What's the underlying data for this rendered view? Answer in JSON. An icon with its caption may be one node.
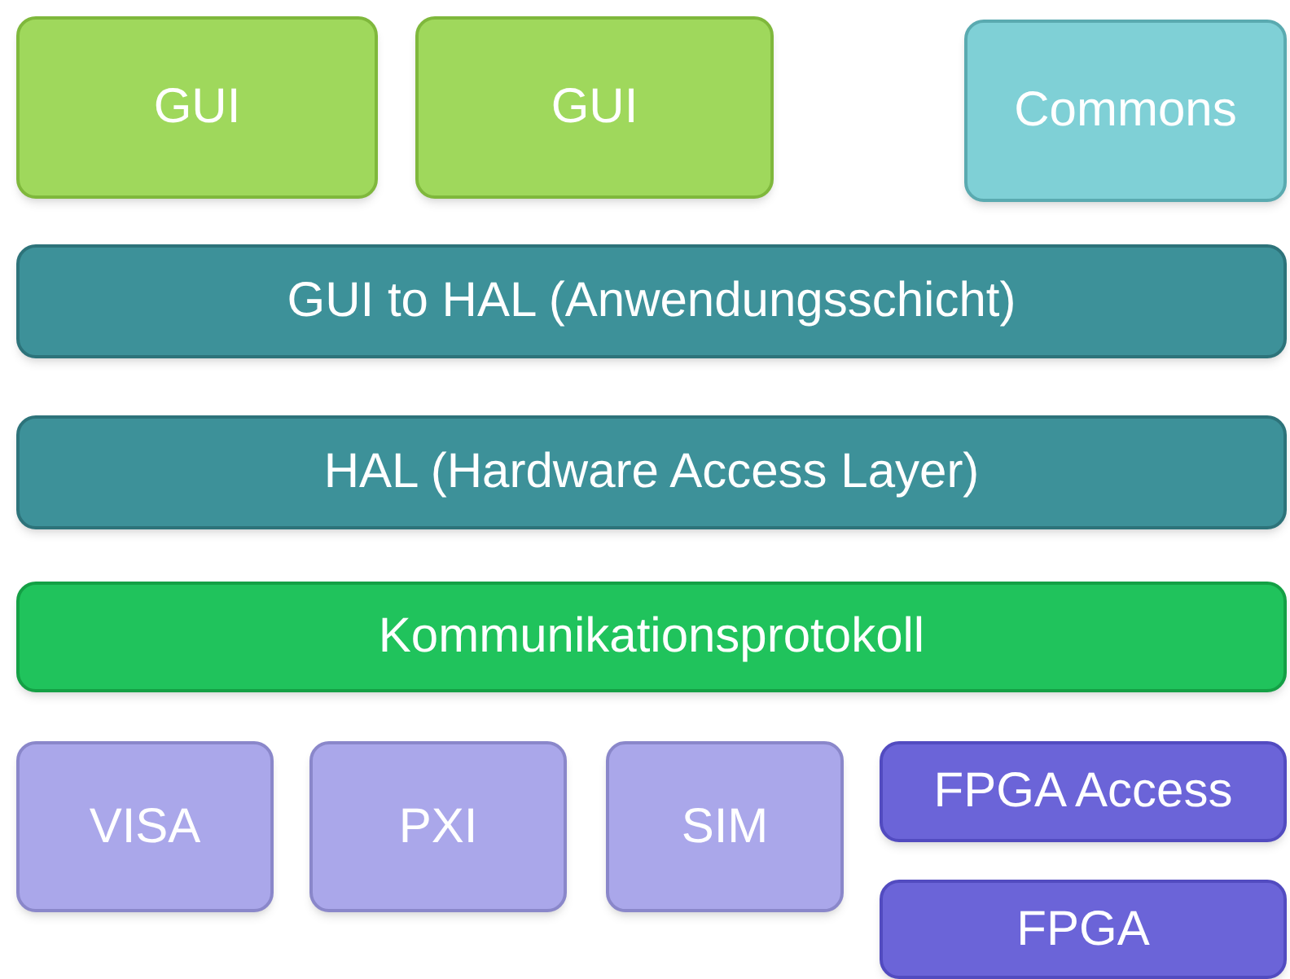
{
  "diagram": {
    "nodes": [
      {
        "text": [
          "GUI"
        ]
      },
      {
        "text": [
          "GUI"
        ]
      },
      {
        "text": [
          "Commons"
        ]
      },
      {
        "text": [
          "GUI to HAL (Anwendungsschicht)"
        ]
      },
      {
        "text": [
          "HAL (Hardware Access Layer)"
        ]
      },
      {
        "text": [
          "Kommunikationsprotokoll"
        ]
      },
      {
        "text": [
          "VISA"
        ]
      },
      {
        "text": [
          "PXI"
        ]
      },
      {
        "text": [
          "SIM"
        ]
      },
      {
        "text": [
          "FPGA Access"
        ]
      },
      {
        "text": [
          "FPGA"
        ]
      }
    ]
  }
}
